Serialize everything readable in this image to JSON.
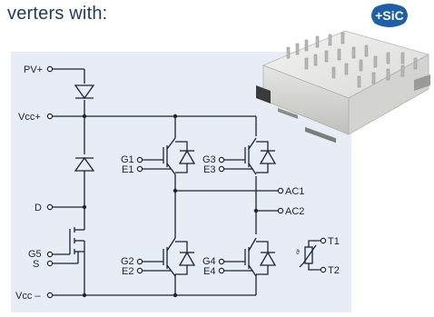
{
  "header": {
    "title": "verters with:"
  },
  "badge": {
    "label": "+SiC",
    "color": "#1f5fa6"
  },
  "colors": {
    "panel": "#e7ecf5",
    "wire": "#1a2438",
    "text": "#1f3a5c"
  },
  "pins": {
    "pv_plus": "PV+",
    "vcc_plus": "Vcc+",
    "d": "D",
    "g5": "G5",
    "s": "S",
    "vcc_minus": "Vcc –",
    "g1": "G1",
    "e1": "E1",
    "g3": "G3",
    "e3": "E3",
    "g2": "G2",
    "e2": "E2",
    "g4": "G4",
    "e4": "E4",
    "ac1": "AC1",
    "ac2": "AC2",
    "t1": "T1",
    "t2": "T2"
  },
  "icons": [
    "sic-badge-icon",
    "power-module-photo",
    "ntc-thermistor-icon"
  ]
}
